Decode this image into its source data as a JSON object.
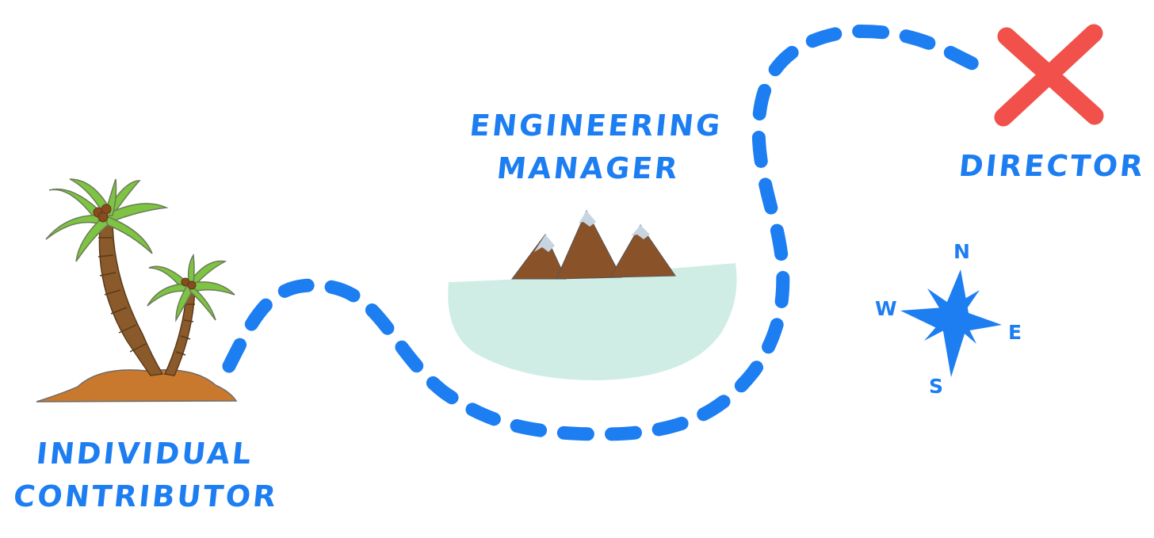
{
  "labels": {
    "start": "INDIVIDUAL CONTRIBUTOR",
    "middle": "ENGINEERING MANAGER",
    "end": "DIRECTOR"
  },
  "compass": {
    "north": "N",
    "south": "S",
    "east": "E",
    "west": "W"
  },
  "colors": {
    "text": "#1d7ef2",
    "path": "#1d7ef2",
    "x_mark": "#f1514a",
    "water": "#cfede5",
    "mountain": "#8a5228",
    "snow": "#c6d5e1",
    "palm_leaf": "#7cc442",
    "palm_trunk": "#8a5a2b",
    "sand": "#c8792e"
  },
  "icons": {
    "start": "palm-island-icon",
    "middle": "mountain-island-icon",
    "end": "x-mark-icon",
    "compass": "compass-rose-icon"
  }
}
